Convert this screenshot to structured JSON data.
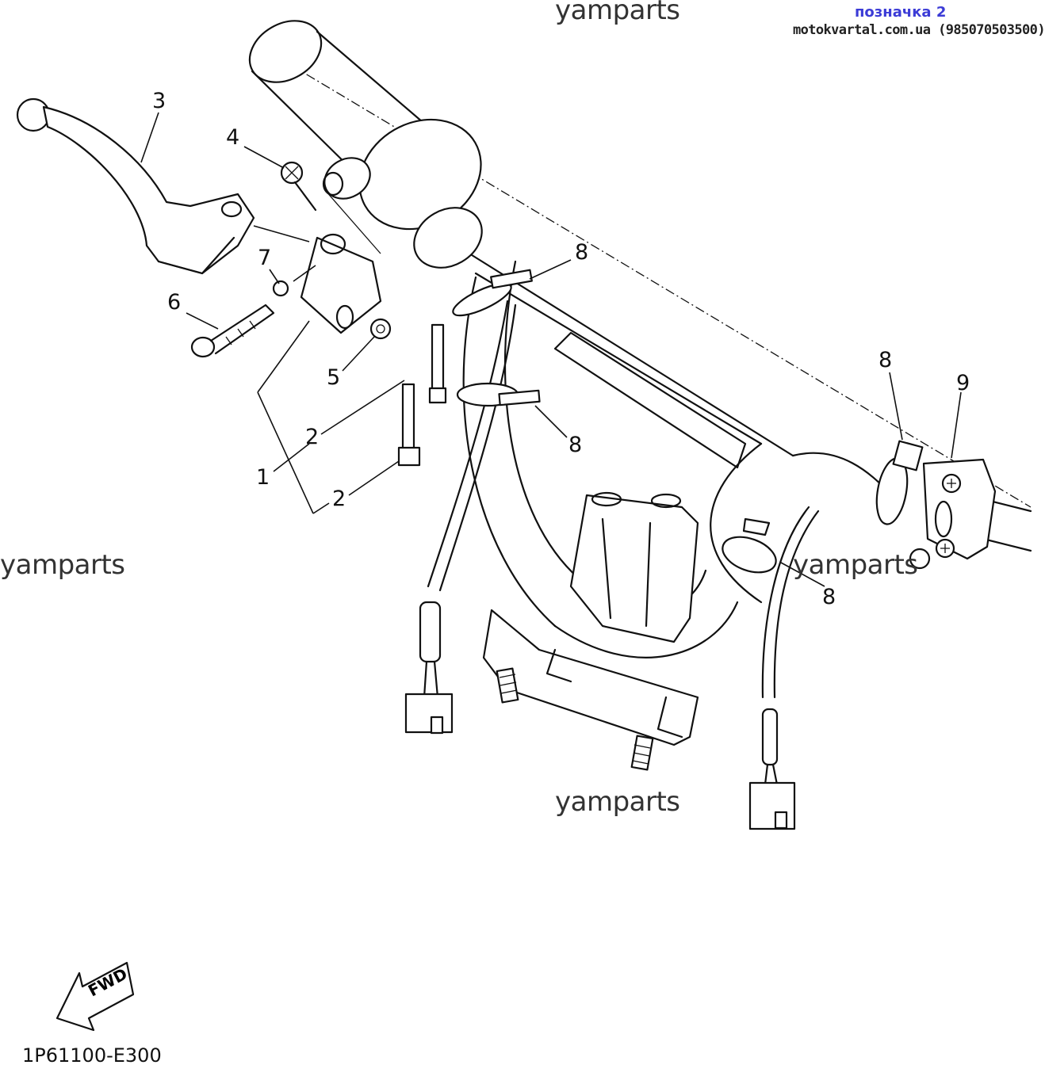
{
  "header": {
    "label_link": "позначка 2",
    "contact": "motokvartal.com.ua (985070503500)"
  },
  "watermarks": [
    "yamparts",
    "yamparts",
    "yamparts",
    "yamparts"
  ],
  "callouts": [
    "3",
    "4",
    "7",
    "6",
    "5",
    "2",
    "1",
    "2",
    "8",
    "8",
    "8",
    "9",
    "8"
  ],
  "fwd_label": "FWD",
  "diagram_code": "1P61100-E300"
}
